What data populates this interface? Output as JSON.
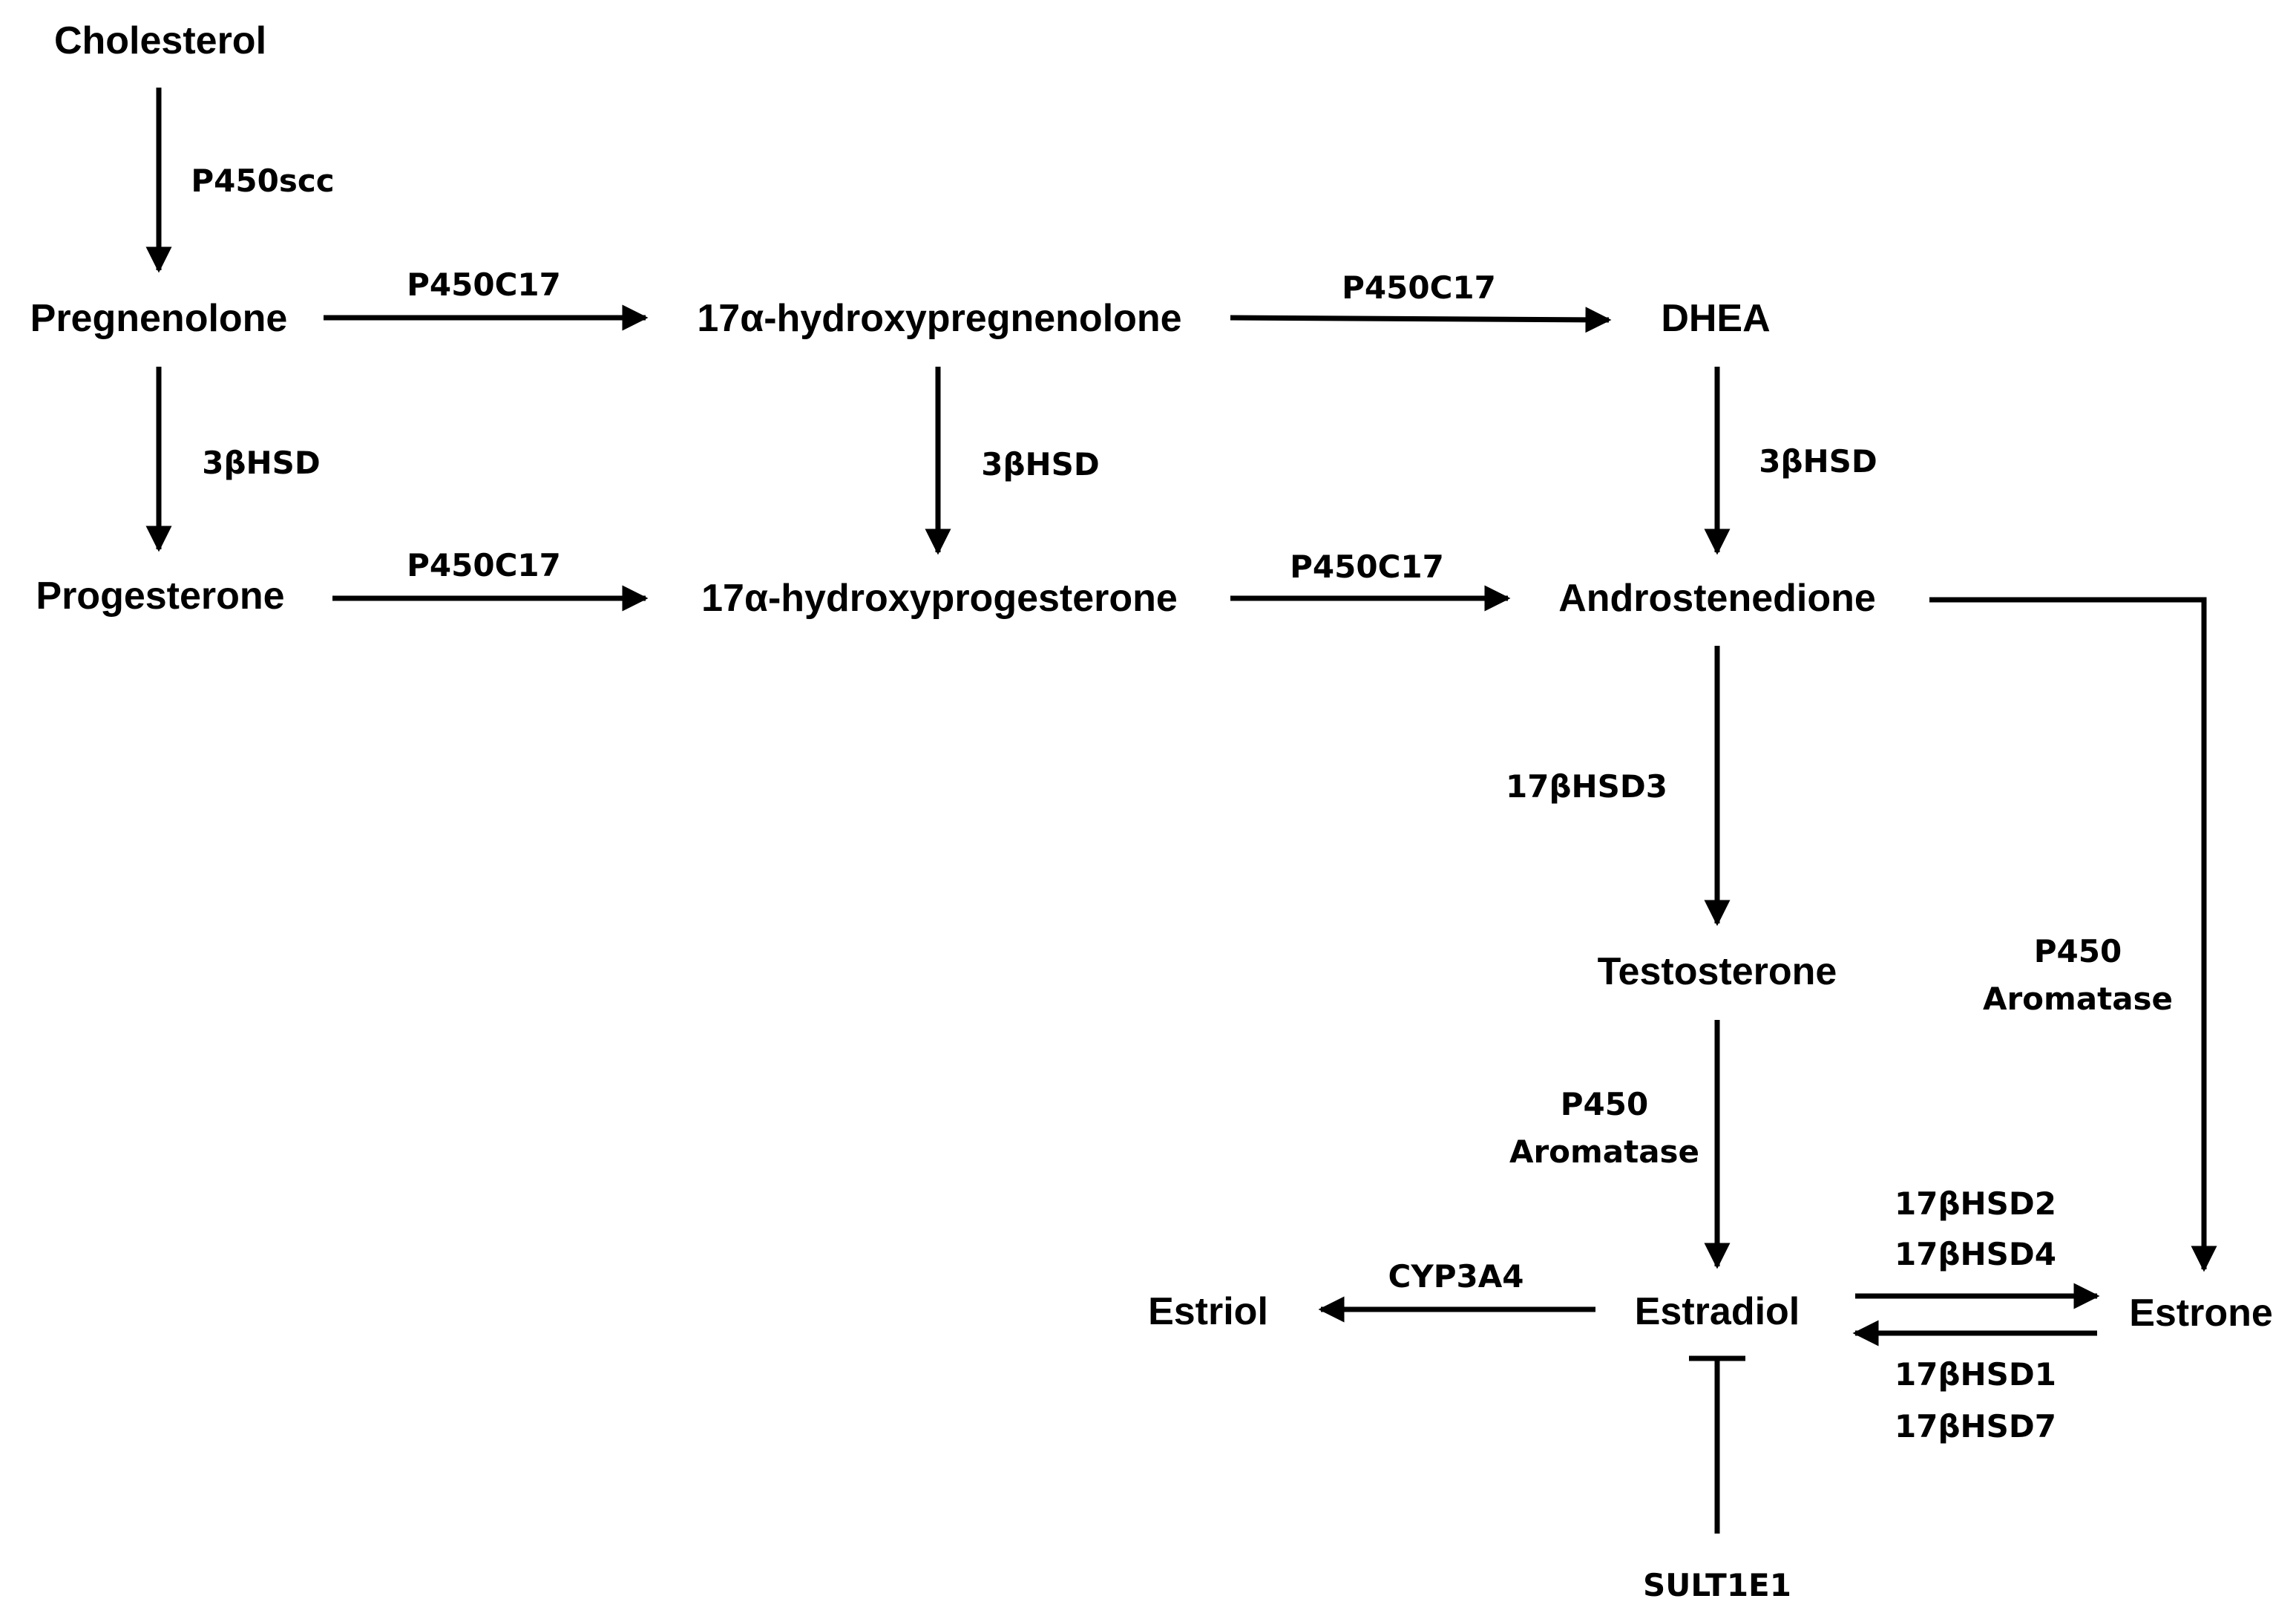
{
  "nodes": {
    "cholesterol": "Cholesterol",
    "pregnenolone": "Pregnenolone",
    "hydroxypregnenolone": "17α-hydroxypregnenolone",
    "dhea": "DHEA",
    "progesterone": "Progesterone",
    "hydroxyprogesterone": "17α-hydroxyprogesterone",
    "androstenedione": "Androstenedione",
    "testosterone": "Testosterone",
    "estriol": "Estriol",
    "estradiol": "Estradiol",
    "estrone": "Estrone"
  },
  "enzymes": {
    "p450scc": "P450scc",
    "p450c17_1": "P450C17",
    "p450c17_2": "P450C17",
    "hsd3b_1": "3βHSD",
    "hsd3b_2": "3βHSD",
    "hsd3b_3": "3βHSD",
    "p450c17_3": "P450C17",
    "p450c17_4": "P450C17",
    "hsd17b3": "17βHSD3",
    "aromatase_a_l1": "P450",
    "aromatase_a_l2": "Aromatase",
    "aromatase_b_l1": "P450",
    "aromatase_b_l2": "Aromatase",
    "cyp3a4": "CYP3A4",
    "hsd17b2": "17βHSD2",
    "hsd17b4": "17βHSD4",
    "hsd17b1": "17βHSD1",
    "hsd17b7": "17βHSD7",
    "sult1e1": "SULT1E1"
  },
  "colors": {
    "ink": "#000000",
    "background": "#ffffff"
  }
}
